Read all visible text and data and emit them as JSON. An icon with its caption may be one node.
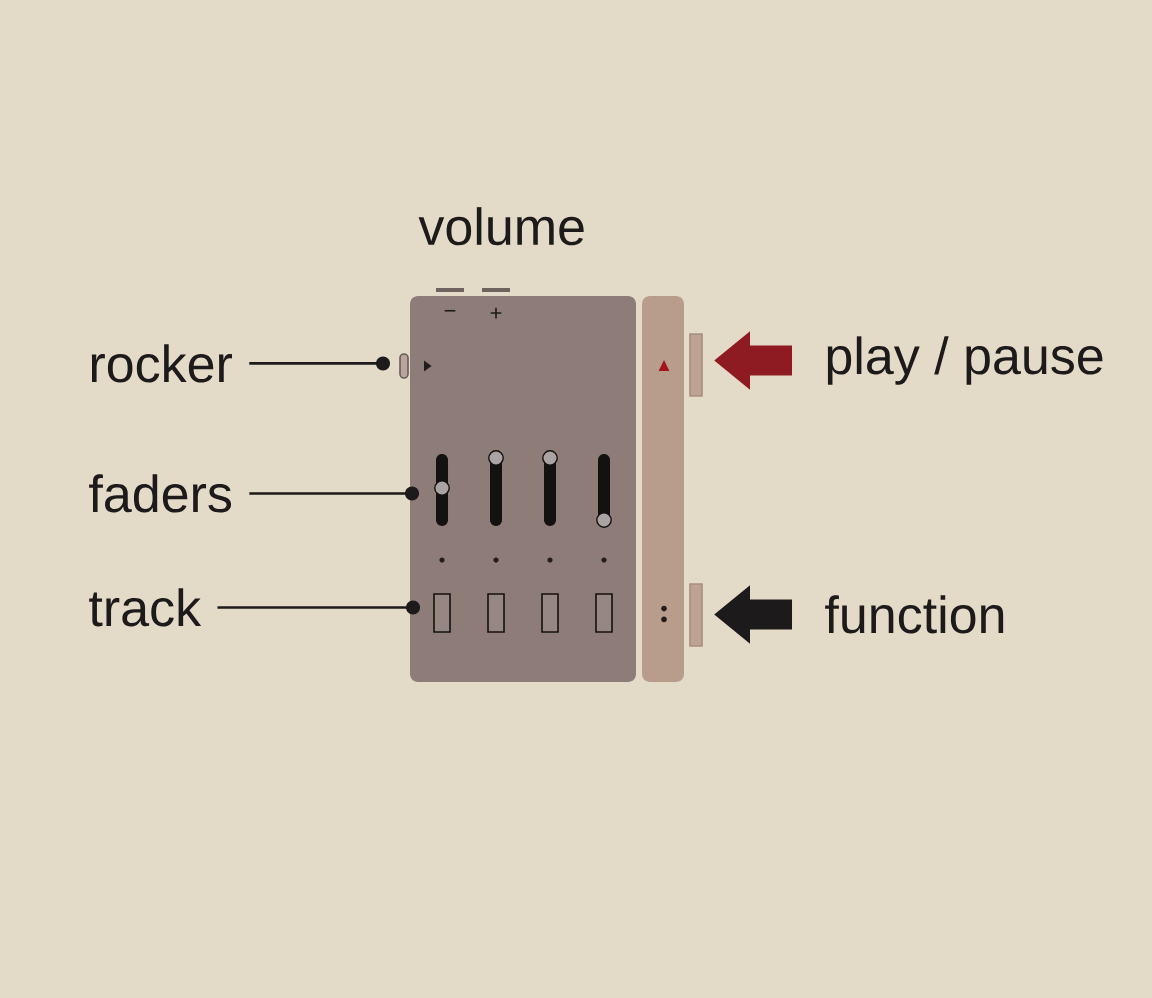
{
  "diagram": {
    "nodes": [
      {
        "text": [
          "rocker"
        ]
      },
      {
        "text": [],
        "shape": "bar"
      },
      {
        "text": [],
        "shape": "box"
      },
      {
        "text": [
          "play / pause"
        ]
      },
      {
        "text": [
          "faders"
        ]
      },
      {
        "text": [],
        "shape": "bar"
      },
      {
        "text": [
          "track"
        ]
      },
      {
        "text": [],
        "shape": "box"
      },
      {
        "text": [],
        "shape": "box"
      },
      {
        "text": [
          "function"
        ]
      }
    ],
    "edges": [
      {
        "from": 0,
        "to": 1,
        "arrow": "other"
      },
      {
        "from": 3,
        "to": 2,
        "arrow": "to",
        "style": "thick",
        "color": "#8e1a22"
      },
      {
        "from": 4,
        "to": 5,
        "arrow": "other"
      },
      {
        "from": 6,
        "to": 7,
        "arrow": "other"
      },
      {
        "from": 9,
        "to": 8,
        "arrow": "to",
        "style": "thick"
      }
    ],
    "labels": [
      "volume",
      "−",
      "+"
    ]
  }
}
